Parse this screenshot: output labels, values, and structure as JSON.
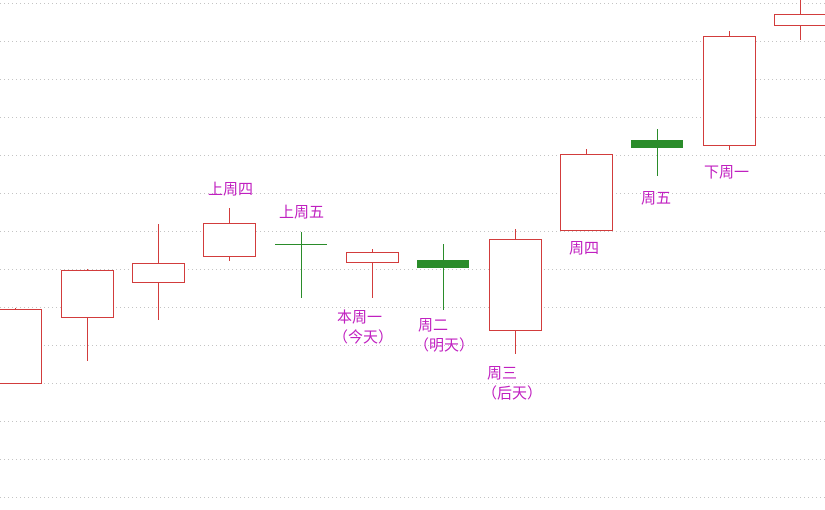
{
  "chart_data": {
    "type": "candlestick",
    "up_color": "#d23c3c",
    "down_color": "#2a8c2a",
    "label_color": "#c020c0",
    "grid": true,
    "grid_style": "dotted",
    "candles": [
      {
        "open": 383,
        "close": 309,
        "high": 308,
        "low": 384
      },
      {
        "open": 317,
        "close": 270,
        "high": 269,
        "low": 361
      },
      {
        "open": 282,
        "close": 263,
        "high": 224,
        "low": 320
      },
      {
        "open": 256,
        "close": 223,
        "high": 208,
        "low": 261
      },
      {
        "open": 244,
        "close": 244,
        "high": 232,
        "low": 298
      },
      {
        "open": 262,
        "close": 252,
        "high": 249,
        "low": 298
      },
      {
        "open": 264,
        "close": 264,
        "high": 244,
        "low": 310
      },
      {
        "open": 330,
        "close": 239,
        "high": 229,
        "low": 354
      },
      {
        "open": 230,
        "close": 154,
        "high": 149,
        "low": 230
      },
      {
        "open": 144,
        "close": 144,
        "high": 129,
        "low": 176
      },
      {
        "open": 145,
        "close": 36,
        "high": 31,
        "low": 150
      },
      {
        "open": 25,
        "close": 14,
        "high": 0,
        "low": 40
      }
    ],
    "annotations": [
      {
        "candle": 3,
        "lines": [
          "上周四"
        ]
      },
      {
        "candle": 4,
        "lines": [
          "上周五"
        ]
      },
      {
        "candle": 5,
        "lines": [
          "本周一",
          "（今天）"
        ]
      },
      {
        "candle": 6,
        "lines": [
          "周二",
          "（明天）"
        ]
      },
      {
        "candle": 7,
        "lines": [
          "周三",
          "（后天）"
        ]
      },
      {
        "candle": 8,
        "lines": [
          "周四"
        ]
      },
      {
        "candle": 9,
        "lines": [
          "周五"
        ]
      },
      {
        "candle": 10,
        "lines": [
          "下周一"
        ]
      }
    ]
  }
}
